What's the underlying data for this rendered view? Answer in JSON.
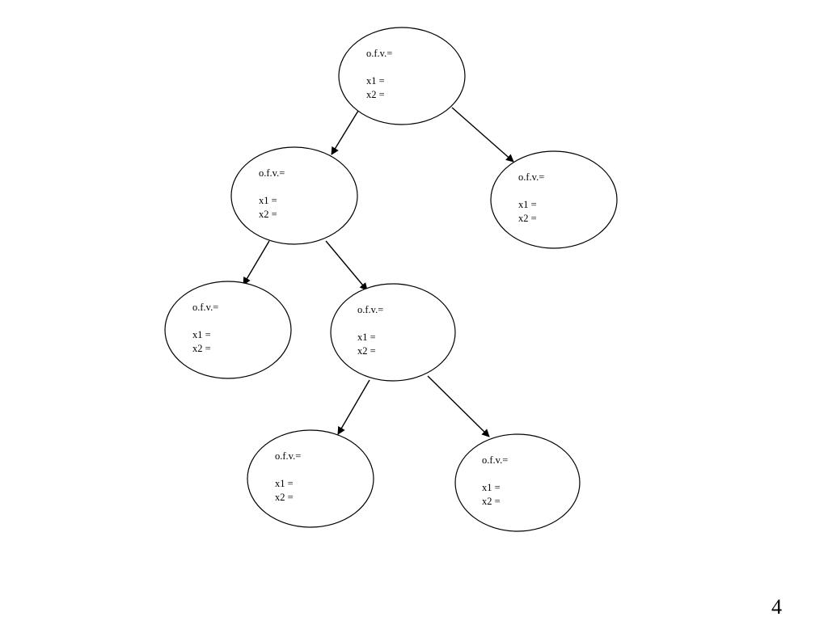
{
  "diagram": {
    "type": "binary-tree",
    "line_color": "#000000",
    "nodes": [
      {
        "id": "root",
        "ofv_label": "o.f.v.=",
        "x1_label": "x1 =",
        "x2_label": "x2 ="
      },
      {
        "id": "left",
        "ofv_label": "o.f.v.=",
        "x1_label": "x1 =",
        "x2_label": "x2 ="
      },
      {
        "id": "right",
        "ofv_label": "o.f.v.=",
        "x1_label": "x1 =",
        "x2_label": "x2 ="
      },
      {
        "id": "left-left",
        "ofv_label": "o.f.v.=",
        "x1_label": "x1 =",
        "x2_label": "x2 ="
      },
      {
        "id": "left-right",
        "ofv_label": "o.f.v.=",
        "x1_label": "x1 =",
        "x2_label": "x2 ="
      },
      {
        "id": "left-right-left",
        "ofv_label": "o.f.v.=",
        "x1_label": "x1 =",
        "x2_label": "x2 ="
      },
      {
        "id": "left-right-right",
        "ofv_label": "o.f.v.=",
        "x1_label": "x1 =",
        "x2_label": "x2 ="
      }
    ],
    "edges": [
      {
        "from": "root",
        "to": "left"
      },
      {
        "from": "root",
        "to": "right"
      },
      {
        "from": "left",
        "to": "left-left"
      },
      {
        "from": "left",
        "to": "left-right"
      },
      {
        "from": "left-right",
        "to": "left-right-left"
      },
      {
        "from": "left-right",
        "to": "left-right-right"
      }
    ]
  },
  "page_number": "4"
}
